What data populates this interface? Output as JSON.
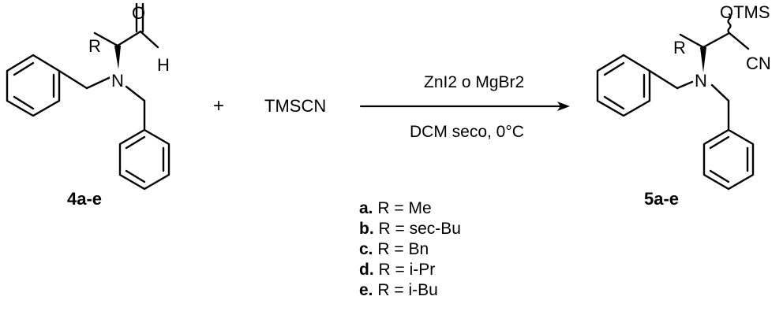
{
  "reactant": {
    "label": "4a-e",
    "atoms": {
      "r": "R",
      "oxygen": "O",
      "hydrogen": "H",
      "nitrogen": "N"
    }
  },
  "plus_sign": "+",
  "reagent": "TMSCN",
  "conditions": {
    "above_arrow": "ZnI2 o MgBr2",
    "below_arrow": "DCM seco, 0°C"
  },
  "product": {
    "label": "5a-e",
    "atoms": {
      "r": "R",
      "otms": "OTMS",
      "cn": "CN",
      "nitrogen": "N"
    }
  },
  "substituents": [
    {
      "key": "a.",
      "text": " R = Me"
    },
    {
      "key": "b.",
      "text": " R = sec-Bu"
    },
    {
      "key": "c.",
      "text": " R = Bn"
    },
    {
      "key": "d.",
      "text": " R = i-Pr"
    },
    {
      "key": "e.",
      "text": " R = i-Bu"
    }
  ]
}
